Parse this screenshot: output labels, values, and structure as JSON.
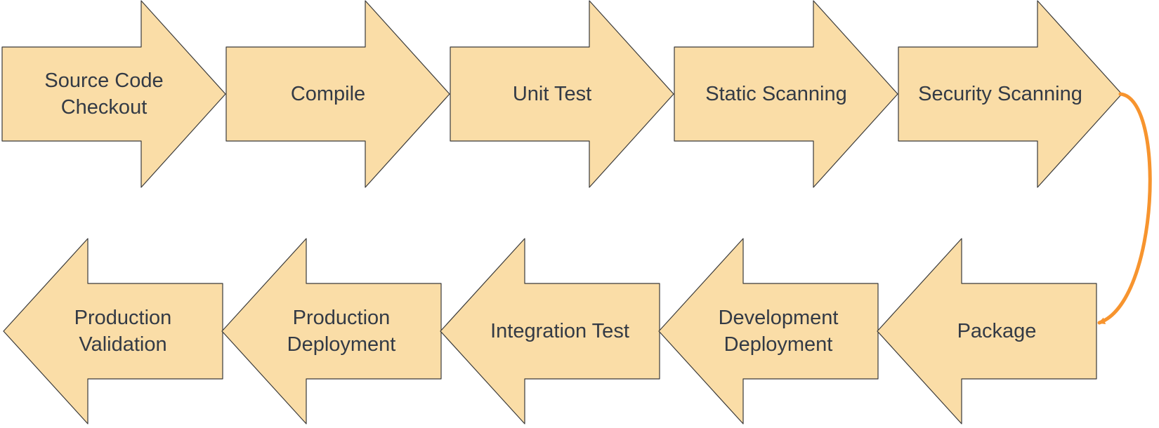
{
  "colors": {
    "arrow_fill": "#FADDA7",
    "arrow_stroke": "#3A3A3A",
    "connector": "#F7942E",
    "text": "#333A45"
  },
  "top_row": [
    {
      "label_lines": [
        "Source Code",
        "Checkout"
      ]
    },
    {
      "label_lines": [
        "Compile"
      ]
    },
    {
      "label_lines": [
        "Unit Test"
      ]
    },
    {
      "label_lines": [
        "Static Scanning"
      ]
    },
    {
      "label_lines": [
        "Security Scanning"
      ]
    }
  ],
  "bottom_row": [
    {
      "label_lines": [
        "Production",
        "Validation"
      ]
    },
    {
      "label_lines": [
        "Production",
        "Deployment"
      ]
    },
    {
      "label_lines": [
        "Integration Test"
      ]
    },
    {
      "label_lines": [
        "Development",
        "Deployment"
      ]
    },
    {
      "label_lines": [
        "Package"
      ]
    }
  ]
}
